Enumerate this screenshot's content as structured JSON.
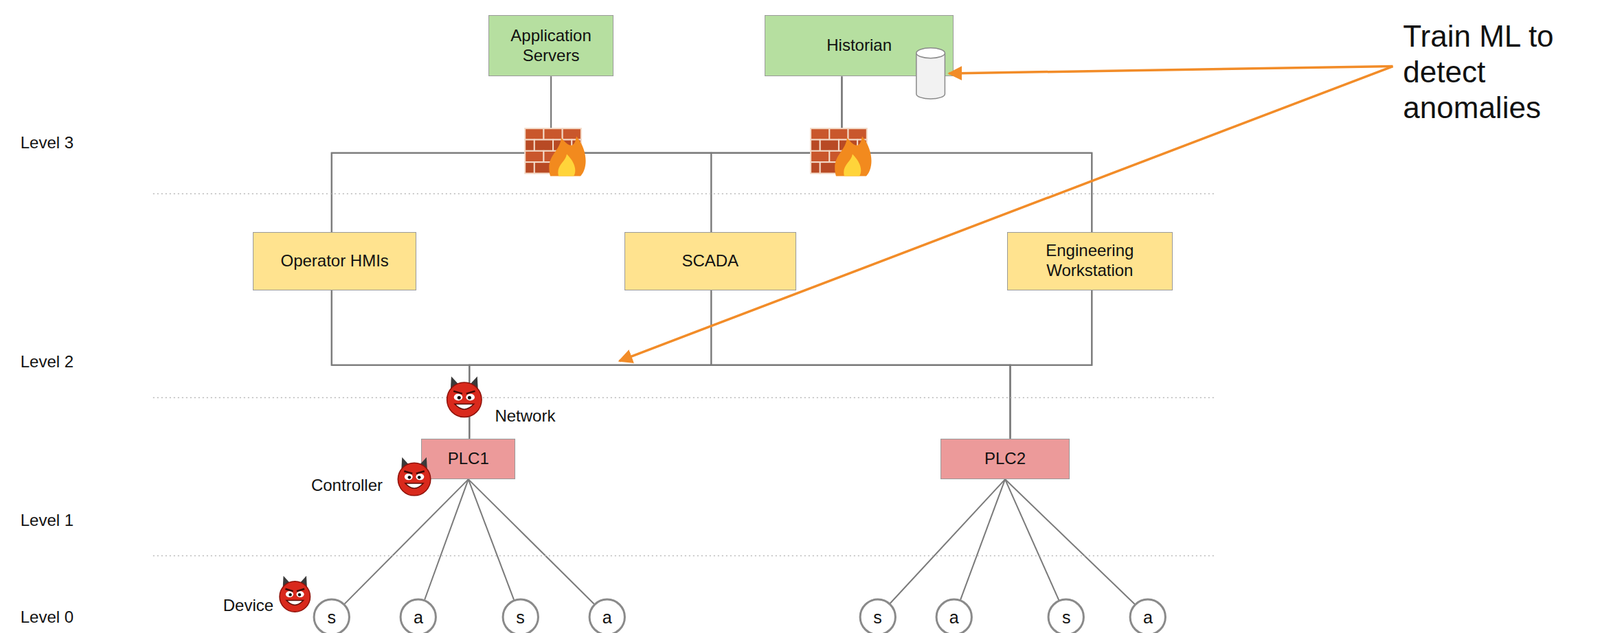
{
  "diagram": {
    "nodes": [
      {
        "text": [
          "Application Servers"
        ]
      },
      {
        "text": [
          "Historian"
        ]
      },
      {
        "text": [
          "Operator HMIs"
        ]
      },
      {
        "text": [
          "SCADA"
        ]
      },
      {
        "text": [
          "Engineering Workstation"
        ]
      },
      {
        "text": [
          "PLC1"
        ]
      },
      {
        "text": [
          "PLC2"
        ]
      },
      {
        "text": [
          "s"
        ]
      },
      {
        "text": [
          "a"
        ]
      },
      {
        "text": [
          "s"
        ]
      },
      {
        "text": [
          "a"
        ]
      },
      {
        "text": [
          "s"
        ]
      },
      {
        "text": [
          "a"
        ]
      },
      {
        "text": [
          "s"
        ]
      },
      {
        "text": [
          "a"
        ]
      }
    ],
    "edges": [
      {
        "from": 0,
        "to": 2,
        "arrow": "none"
      },
      {
        "from": 0,
        "to": 3,
        "arrow": "none"
      },
      {
        "from": 0,
        "to": 4,
        "arrow": "none"
      },
      {
        "from": 1,
        "to": 2,
        "arrow": "none"
      },
      {
        "from": 1,
        "to": 3,
        "arrow": "none"
      },
      {
        "from": 1,
        "to": 4,
        "arrow": "none"
      },
      {
        "from": 2,
        "to": 5,
        "arrow": "none"
      },
      {
        "from": 3,
        "to": 5,
        "arrow": "none"
      },
      {
        "from": 4,
        "to": 5,
        "arrow": "none"
      },
      {
        "from": 2,
        "to": 6,
        "arrow": "none"
      },
      {
        "from": 3,
        "to": 6,
        "arrow": "none"
      },
      {
        "from": 4,
        "to": 6,
        "arrow": "none"
      },
      {
        "from": 5,
        "to": 7,
        "arrow": "none"
      },
      {
        "from": 5,
        "to": 8,
        "arrow": "none"
      },
      {
        "from": 5,
        "to": 9,
        "arrow": "none"
      },
      {
        "from": 5,
        "to": 10,
        "arrow": "none"
      },
      {
        "from": 6,
        "to": 11,
        "arrow": "none"
      },
      {
        "from": 6,
        "to": 12,
        "arrow": "none"
      },
      {
        "from": 6,
        "to": 13,
        "arrow": "none"
      },
      {
        "from": 6,
        "to": 14,
        "arrow": "none"
      }
    ],
    "labels": [
      "Train ML to detect anomalies",
      "Level 3",
      "Level 2",
      "Network",
      "Controller",
      "Level 1",
      "Device",
      "Level 0"
    ]
  }
}
